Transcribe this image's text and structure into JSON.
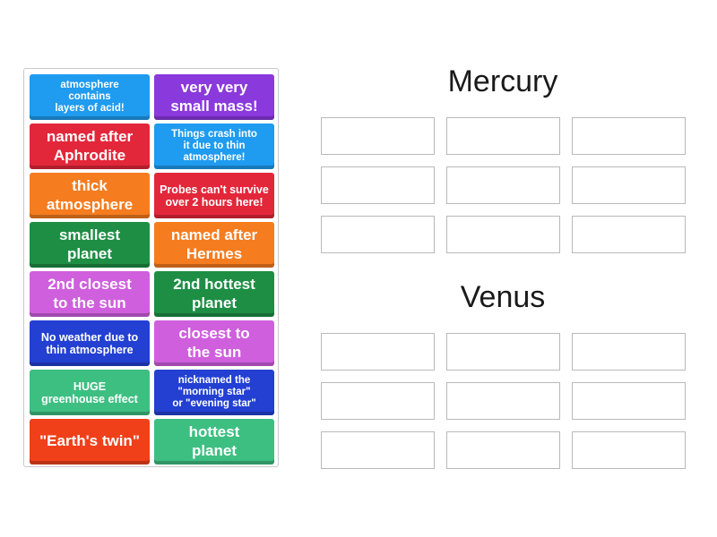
{
  "cards": [
    {
      "id": "acid",
      "label": "atmosphere\ncontains\nlayers of acid!",
      "color": "#1f9bef",
      "size": "tiny"
    },
    {
      "id": "small-mass",
      "label": "very very\nsmall mass!",
      "color": "#8a39dd",
      "size": "large"
    },
    {
      "id": "aphrodite",
      "label": "named after\nAphrodite",
      "color": "#e3273a",
      "size": "large"
    },
    {
      "id": "crash",
      "label": "Things crash into\nit due to thin\natmosphere!",
      "color": "#1f9bef",
      "size": "tiny"
    },
    {
      "id": "thick",
      "label": "thick\natmosphere",
      "color": "#f57c1f",
      "size": "large"
    },
    {
      "id": "probes",
      "label": "Probes can't survive\nover 2 hours here!",
      "color": "#e3273a",
      "size": "small"
    },
    {
      "id": "smallest",
      "label": "smallest\nplanet",
      "color": "#1e8e45",
      "size": "large"
    },
    {
      "id": "hermes",
      "label": "named after\nHermes",
      "color": "#f57c1f",
      "size": "large"
    },
    {
      "id": "2nd-closest",
      "label": "2nd closest\nto the sun",
      "color": "#cf5fdd",
      "size": "large"
    },
    {
      "id": "2nd-hottest",
      "label": "2nd hottest\nplanet",
      "color": "#1e8e45",
      "size": "large"
    },
    {
      "id": "no-weather",
      "label": "No weather due to\nthin atmosphere",
      "color": "#2340d3",
      "size": "small"
    },
    {
      "id": "closest",
      "label": "closest to\nthe sun",
      "color": "#cf5fdd",
      "size": "large"
    },
    {
      "id": "greenhouse",
      "label": "HUGE\ngreenhouse effect",
      "color": "#3ebf82",
      "size": "small"
    },
    {
      "id": "morning-star",
      "label": "nicknamed the\n\"morning star\"\nor \"evening star\"",
      "color": "#2340d3",
      "size": "tiny"
    },
    {
      "id": "twin",
      "label": "\"Earth's twin\"",
      "color": "#f0401a",
      "size": "large"
    },
    {
      "id": "hottest",
      "label": "hottest\nplanet",
      "color": "#3ebf82",
      "size": "large"
    }
  ],
  "groups": [
    {
      "title": "Mercury"
    },
    {
      "title": "Venus"
    }
  ]
}
